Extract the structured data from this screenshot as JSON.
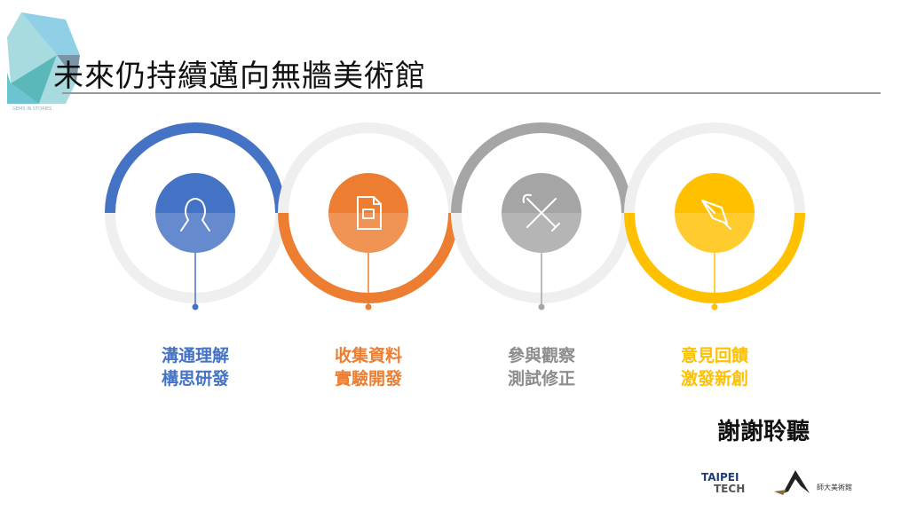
{
  "title": "未來仍持續邁向無牆美術館",
  "logo_text": "GEMS IN STORIES",
  "steps": [
    {
      "line1": "溝通理解",
      "line2": "構思研發",
      "color": "#4472c4",
      "icon": "person-icon"
    },
    {
      "line1": "收集資料",
      "line2": "實驗開發",
      "color": "#ed7d31",
      "icon": "document-icon"
    },
    {
      "line1": "參與觀察",
      "line2": "測試修正",
      "color": "#a5a5a5",
      "icon": "tools-icon"
    },
    {
      "line1": "意見回饋",
      "line2": "激發新創",
      "color": "#ffc000",
      "icon": "pen-nib-icon"
    }
  ],
  "thanks": "謝謝聆聽",
  "logos": {
    "taipei_tech_1": "TAIPEI",
    "taipei_tech_2": "TECH",
    "ntue": "師大美術館"
  }
}
